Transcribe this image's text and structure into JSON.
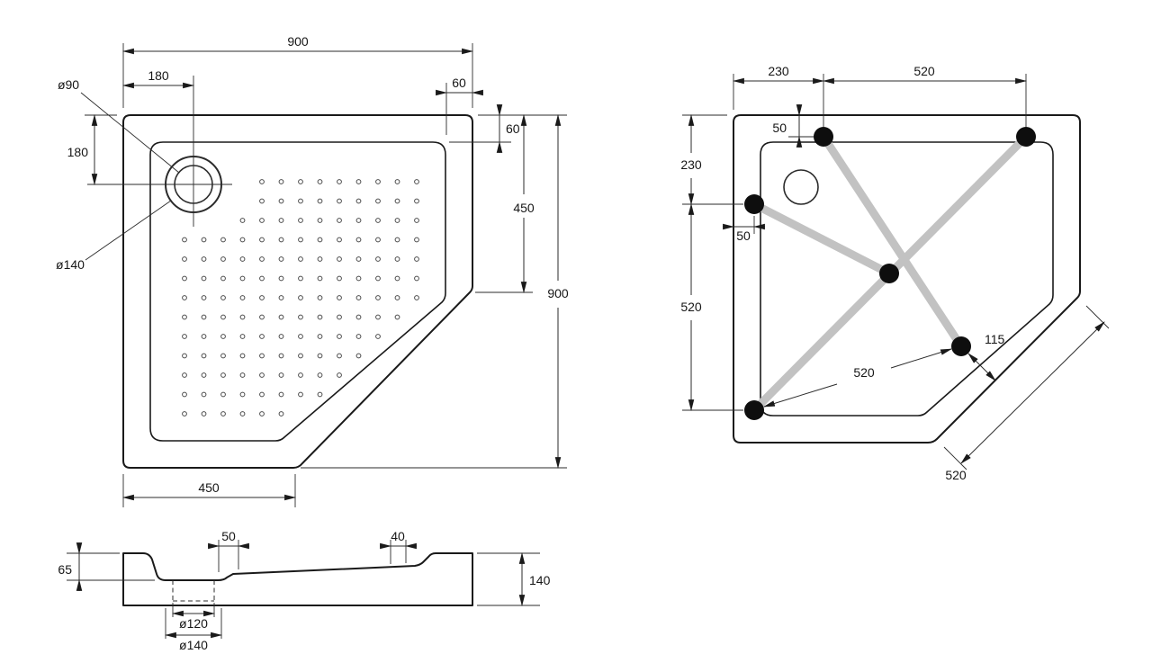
{
  "page": {
    "background": "#ffffff",
    "line_color": "#1a1a1a",
    "beam_color": "#c2c2c2"
  },
  "top_view": {
    "dim_width_total": "900",
    "dim_drain_offset_x": "180",
    "dim_drain_offset_y": "180",
    "label_drain_inner_dia": "ø90",
    "label_drain_outer_dia": "ø140",
    "dim_rim_inset_h": "60",
    "dim_rim_inset_v": "60",
    "dim_right_edge": "450",
    "dim_height_total": "900",
    "dim_bottom_edge": "450"
  },
  "mounting_view": {
    "dim_edge_to_leg_top": "230",
    "dim_leg_spacing_top": "520",
    "dim_leg_top_inset": "50",
    "dim_edge_to_leg_left": "230",
    "dim_leg_left_inset": "50",
    "dim_leg_spacing_left": "520",
    "dim_leg_corner_inset": "115",
    "dim_leg_spacing_diagonal": "520",
    "dim_corner_edge": "520"
  },
  "section_view": {
    "dim_ledge": "50",
    "dim_rim_lip": "40",
    "dim_inner_depth": "65",
    "dim_total_height": "140",
    "label_drain_hole_dia": "ø120",
    "label_drain_recess_dia": "ø140"
  }
}
